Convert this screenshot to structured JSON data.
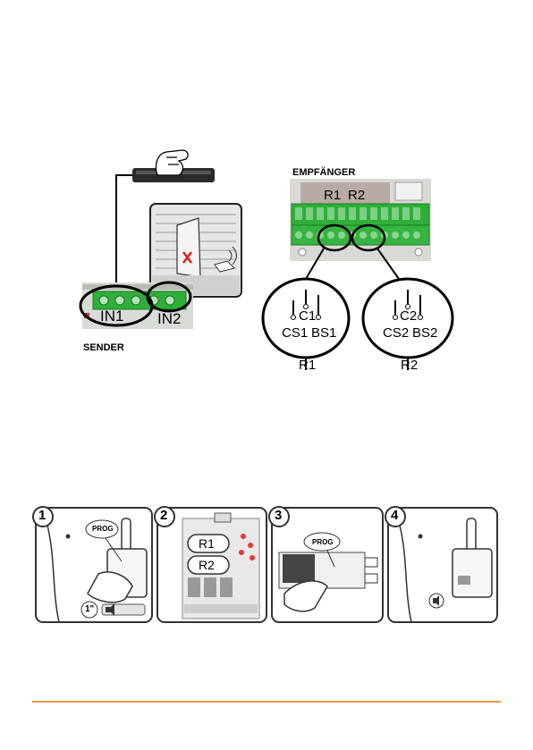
{
  "sender": {
    "label": "SENDER",
    "inputs": [
      "IN1",
      "IN2"
    ]
  },
  "receiver": {
    "label": "EMPFÄNGER",
    "relays": [
      "R1",
      "R2"
    ],
    "relay1": {
      "name": "R1",
      "terminals": [
        "C1",
        "CS1",
        "BS1"
      ]
    },
    "relay2": {
      "name": "R2",
      "terminals": [
        "C2",
        "CS2",
        "BS2"
      ]
    }
  },
  "steps": {
    "numbers": [
      "1",
      "2",
      "3",
      "4"
    ],
    "step1": {
      "button": "PROG",
      "duration": "1\""
    },
    "step2": {
      "relays": [
        "R1",
        "R2"
      ]
    },
    "step3": {
      "button": "PROG"
    }
  },
  "colors": {
    "terminal_green": "#2fae3a",
    "accent_rule": "#e89a3c",
    "line": "#000000"
  }
}
